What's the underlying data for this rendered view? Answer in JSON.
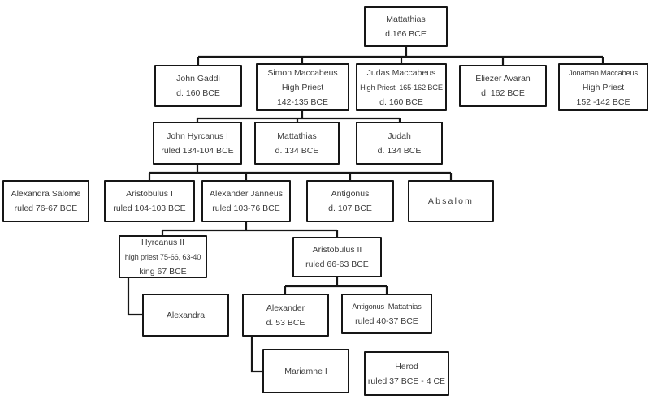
{
  "diagram": {
    "type": "family-tree",
    "subject": "Hasmonean (Maccabee) dynasty"
  },
  "colors": {
    "box_border": "#161616",
    "box_fill": "#ffffff",
    "text": "#3c3c3c",
    "connector": "#161616",
    "background": "#ffffff"
  },
  "nodes": {
    "mattathias_sr": {
      "line1": "Mattathias",
      "line2": "d.166 BCE"
    },
    "john_gaddi": {
      "line1": "John Gaddi",
      "line2": "d. 160 BCE"
    },
    "simon_maccabeus": {
      "line1": "Simon Maccabeus",
      "line2": "High Priest",
      "line3": "142-135 BCE"
    },
    "judas_maccabeus": {
      "line1": "Judas Maccabeus",
      "line2": "High Priest  165-162 BCE",
      "line3": "d. 160 BCE"
    },
    "eliezer_avaran": {
      "line1": "Eliezer Avaran",
      "line2": "d. 162 BCE"
    },
    "jonathan_maccabeus": {
      "line1": "Jonathan Maccabeus",
      "line2": "High Priest",
      "line3": "152 -142 BCE"
    },
    "john_hyrcanus_i": {
      "line1": "John Hyrcanus I",
      "line2": "ruled 134-104 BCE"
    },
    "mattathias_jr": {
      "line1": "Mattathias",
      "line2": "d. 134 BCE"
    },
    "judah": {
      "line1": "Judah",
      "line2": "d. 134 BCE"
    },
    "alexandra_salome": {
      "line1": "Alexandra Salome",
      "line2": "ruled 76-67 BCE"
    },
    "aristobulus_i": {
      "line1": "Aristobulus I",
      "line2": "ruled 104-103 BCE"
    },
    "alexander_janneus": {
      "line1": "Alexander Janneus",
      "line2": "ruled 103-76 BCE"
    },
    "antigonus": {
      "line1": "Antigonus",
      "line2": "d. 107 BCE"
    },
    "absalom": {
      "line1": "Absalom"
    },
    "hyrcanus_ii": {
      "line1": "Hyrcanus II",
      "line2": "high priest 75-66, 63-40",
      "line3": "king 67 BCE"
    },
    "aristobulus_ii": {
      "line1": "Aristobulus II",
      "line2": "ruled 66-63 BCE"
    },
    "alexandra": {
      "line1": "Alexandra"
    },
    "alexander": {
      "line1": "Alexander",
      "line2": "d. 53 BCE"
    },
    "antigonus_mattathias": {
      "line1": "Antigonus  Mattathias",
      "line2": "ruled 40-37 BCE"
    },
    "mariamne_i": {
      "line1": "Mariamne I"
    },
    "herod": {
      "line1": "Herod",
      "line2": "ruled 37 BCE - 4 CE"
    }
  }
}
